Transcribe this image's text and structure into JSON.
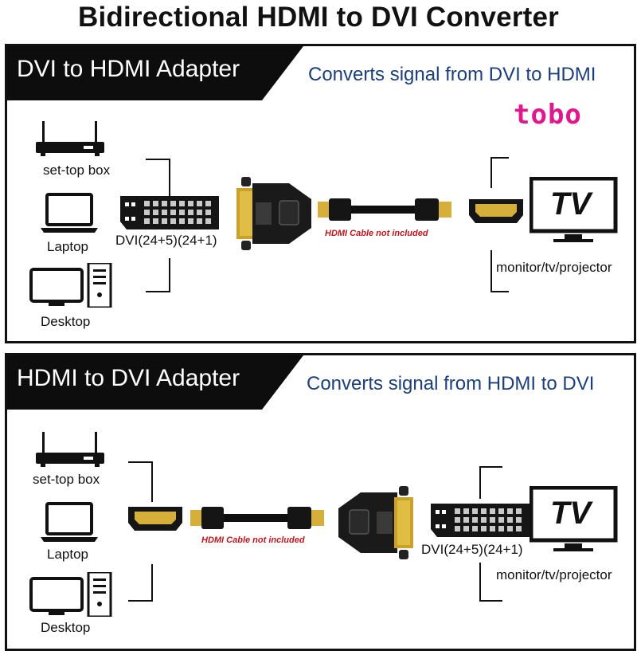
{
  "title": "Bidirectional HDMI to DVI Converter",
  "brand": "tobo",
  "panels": [
    {
      "heading": "DVI to HDMI Adapter",
      "description": "Converts signal from DVI to HDMI",
      "sources": [
        "set-top box",
        "Laptop",
        "Desktop"
      ],
      "port_label": "DVI(24+5)(24+1)",
      "cable_note": "HDMI Cable not included",
      "tv_text": "TV",
      "display_label": "monitor/tv/projector"
    },
    {
      "heading": "HDMI to DVI Adapter",
      "description": "Converts signal from HDMI to DVI",
      "sources": [
        "set-top box",
        "Laptop",
        "Desktop"
      ],
      "port_label": "DVI(24+5)(24+1)",
      "cable_note": "HDMI Cable not included",
      "tv_text": "TV",
      "display_label": "monitor/tv/projector"
    }
  ]
}
